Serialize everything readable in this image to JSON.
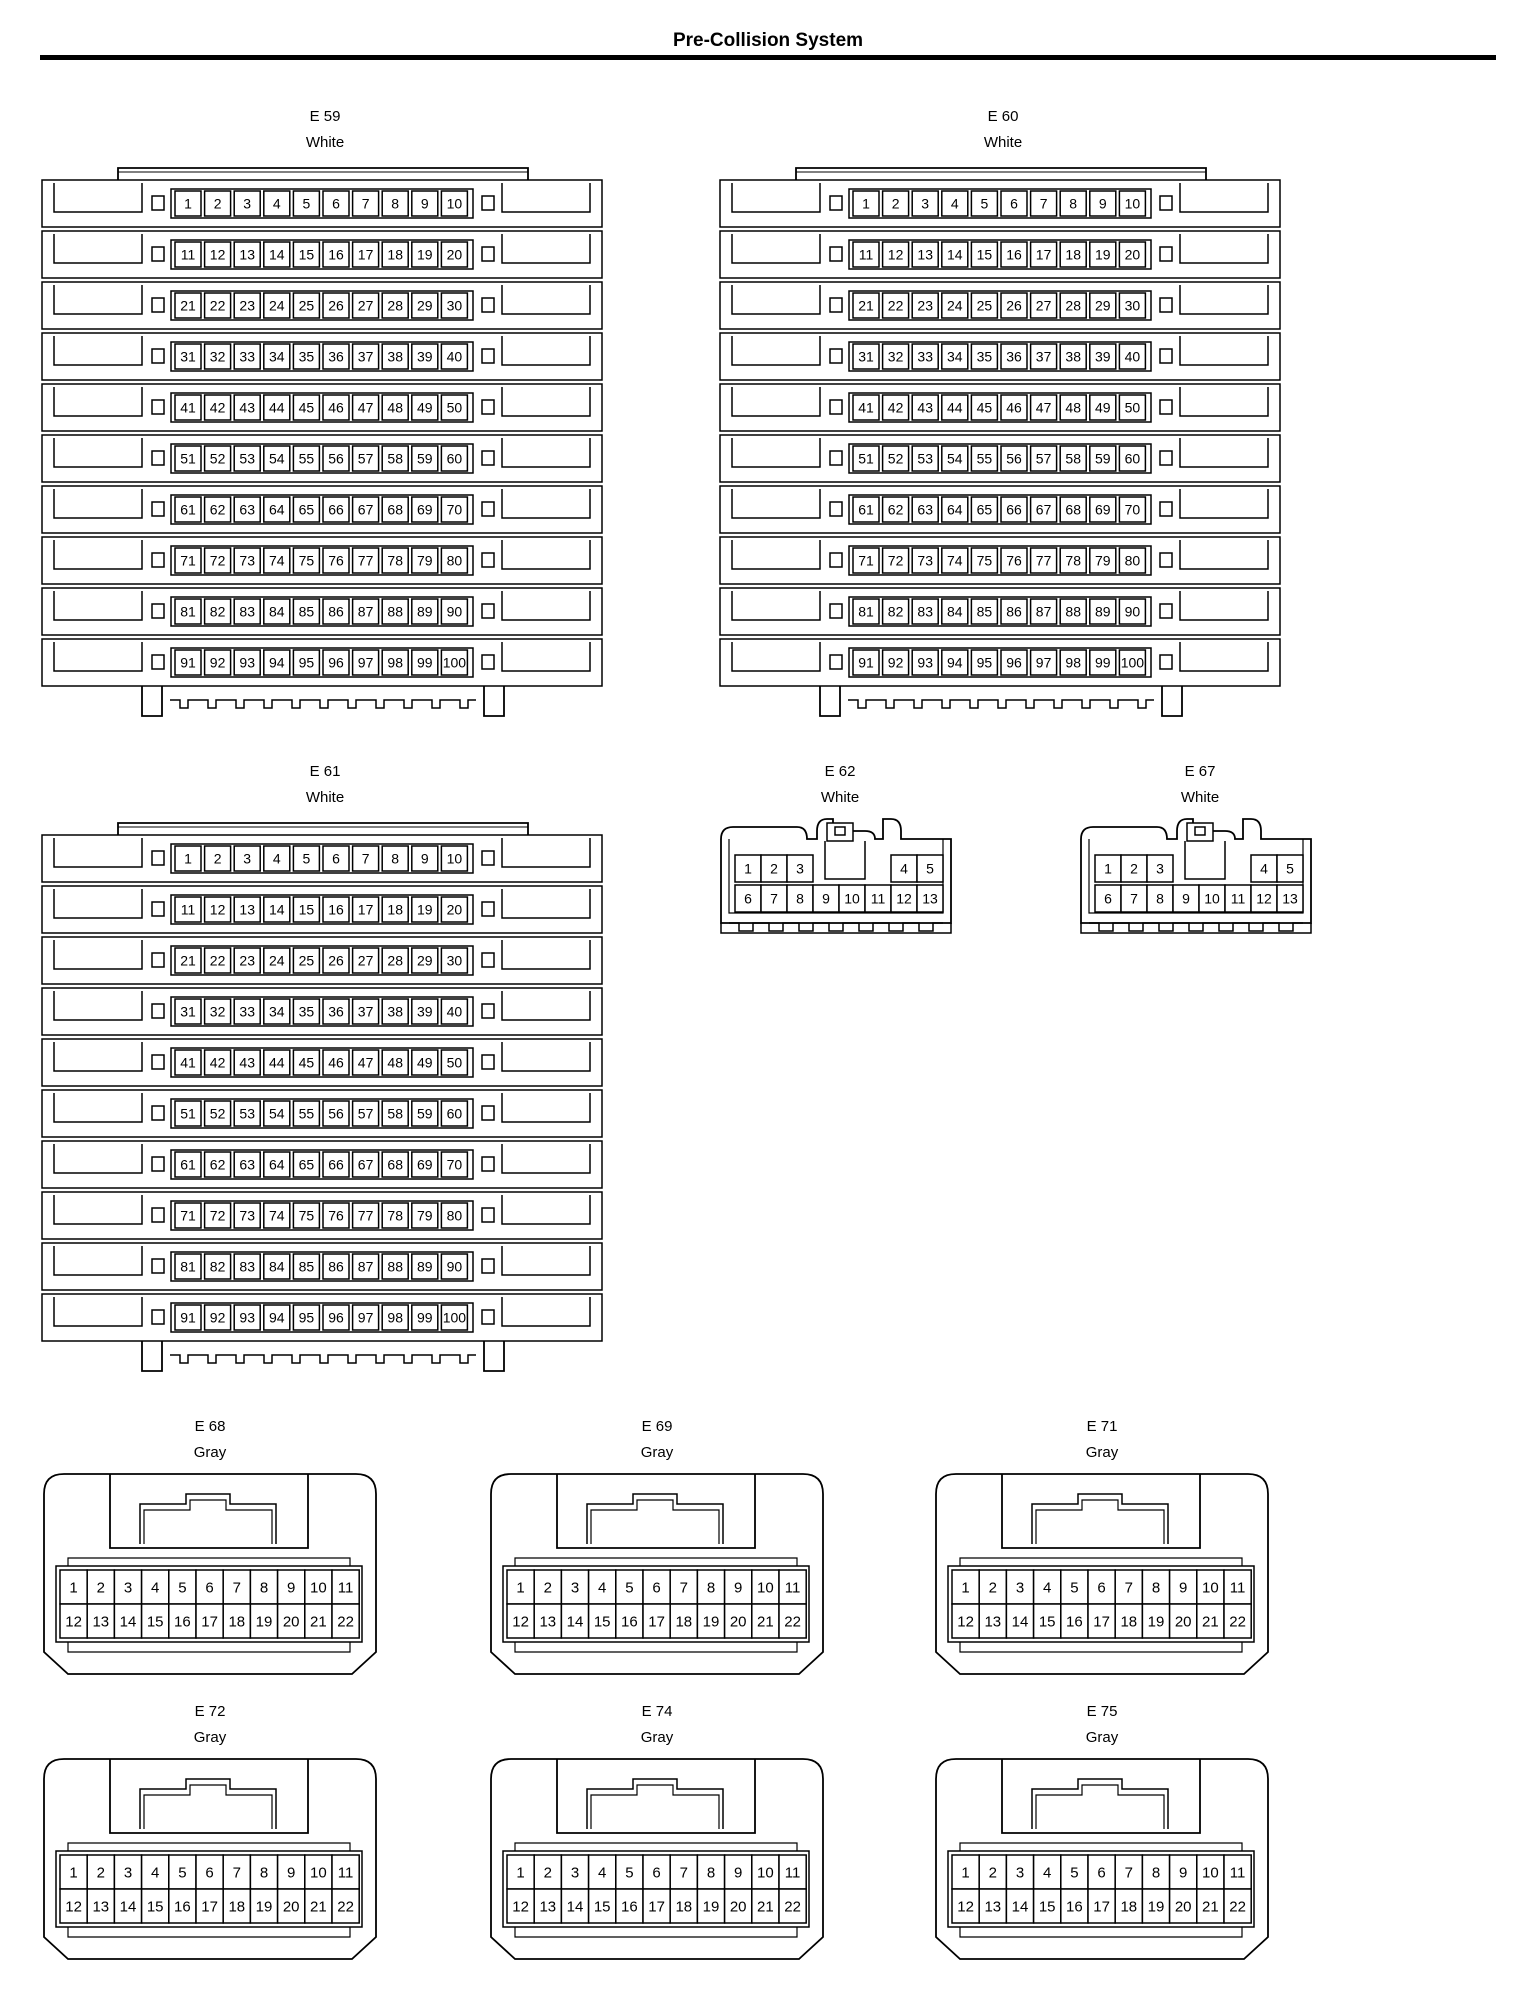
{
  "page": {
    "title": "Pre-Collision System"
  },
  "connectors": [
    {
      "id": "E 59",
      "color": "White",
      "type": "block100"
    },
    {
      "id": "E 60",
      "color": "White",
      "type": "block100"
    },
    {
      "id": "E 61",
      "color": "White",
      "type": "block100"
    },
    {
      "id": "E 62",
      "color": "White",
      "type": "pin13"
    },
    {
      "id": "E 67",
      "color": "White",
      "type": "pin13"
    },
    {
      "id": "E 68",
      "color": "Gray",
      "type": "pin22"
    },
    {
      "id": "E 69",
      "color": "Gray",
      "type": "pin22"
    },
    {
      "id": "E 71",
      "color": "Gray",
      "type": "pin22"
    },
    {
      "id": "E 72",
      "color": "Gray",
      "type": "pin22"
    },
    {
      "id": "E 74",
      "color": "Gray",
      "type": "pin22"
    },
    {
      "id": "E 75",
      "color": "Gray",
      "type": "pin22"
    }
  ]
}
